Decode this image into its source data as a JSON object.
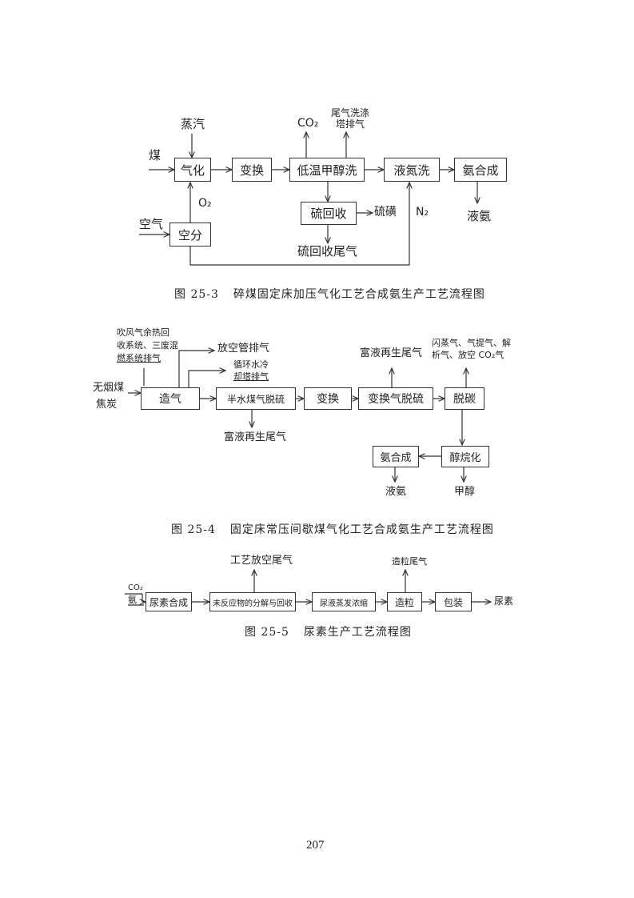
{
  "fig3": {
    "caption_num": "图 25-3",
    "caption_text": "碎煤固定床加压气化工艺合成氨生产工艺流程图",
    "nodes": {
      "gasify": "气化",
      "shift": "变换",
      "rectisol": "低温甲醇洗",
      "n2wash": "液氮洗",
      "nh3syn": "氨合成",
      "srecovery": "硫回收",
      "airsep": "空分"
    },
    "labels": {
      "coal": "煤",
      "steam": "蒸汽",
      "co2": "CO₂",
      "tailgas_line1": "尾气洗涤",
      "tailgas_line2": "塔排气",
      "o2": "O₂",
      "sulfur": "硫磺",
      "n2": "N₂",
      "liquid_nh3": "液氨",
      "air": "空气",
      "s_tail": "硫回收尾气"
    }
  },
  "fig4": {
    "caption_num": "图 25-4",
    "caption_text": "固定床常压间歇煤气化工艺合成氨生产工艺流程图",
    "nodes": {
      "gasmaking": "造气",
      "desulf": "半水煤气脱硫",
      "shift": "变换",
      "shiftdesulf": "变换气脱硫",
      "decarb": "脱碳",
      "nh3syn": "氨合成",
      "methanation": "醇烷化"
    },
    "labels": {
      "waste_line1": "吹风气余热回",
      "waste_line2": "收系统、三废混",
      "waste_line3": "燃系统排气",
      "vent": "放空管排气",
      "cool_line1": "循环水冷",
      "cool_line2": "却塔排气",
      "smokeless_coal": "无烟煤",
      "coke": "焦炭",
      "rich_regen_1": "富液再生尾气",
      "rich_regen_2": "富液再生尾气",
      "flash_line1": "闪蒸气、气提气、解",
      "flash_line2": "析气、放空 CO₂气",
      "liquid_nh3": "液氨",
      "methanol": "甲醇"
    }
  },
  "fig5": {
    "caption_num": "图 25-5",
    "caption_text": "尿素生产工艺流程图",
    "nodes": {
      "ureasyn": "尿素合成",
      "decomp": "未反应物的分解与回收",
      "evap": "尿液蒸发浓缩",
      "prill": "造粒",
      "pack": "包装"
    },
    "labels": {
      "co2": "CO₂",
      "nh3": "氨",
      "process_vent": "工艺放空尾气",
      "prill_tail": "造粒尾气",
      "urea": "尿素"
    }
  },
  "page_number": "207"
}
